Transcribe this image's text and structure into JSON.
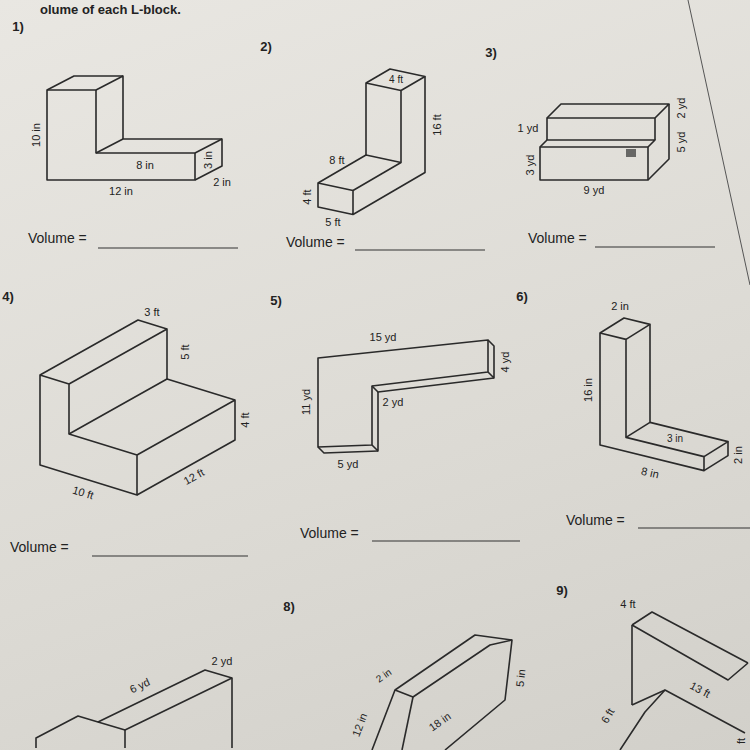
{
  "diagram": {
    "title": "olume of each L-block.",
    "labels": [
      "1)",
      "2)",
      "3)",
      "10 in",
      "8 in",
      "3 in",
      "12 in",
      "2 in",
      "Volume =",
      "4 ft",
      "16 ft",
      "8 ft",
      "4 ft",
      "5 ft",
      "Volume =",
      "1 yd",
      "2 yd",
      "3 yd",
      "5 yd",
      "9 yd",
      "Volume =",
      "4)",
      "5)",
      "6)",
      "3 ft",
      "5 ft",
      "4 ft",
      "10 ft",
      "12 ft",
      "Volume =",
      "15 yd",
      "4 yd",
      "11 yd",
      "2 yd",
      "5 yd",
      "Volume =",
      "2 in",
      "16 in",
      "3 in",
      "8 in",
      "2 in",
      "Volume =",
      "8)",
      "9)",
      "6 yd",
      "2 yd",
      "12 in",
      "2 in",
      "18 in",
      "5 in",
      "4 ft",
      "6 ft",
      "13 ft",
      "ft"
    ]
  }
}
